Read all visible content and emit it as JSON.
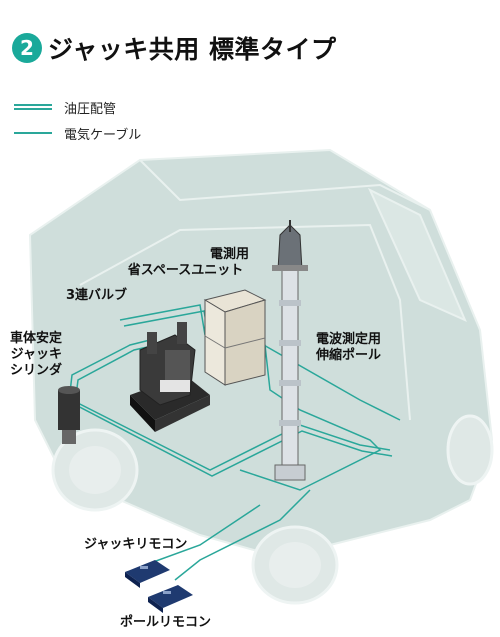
{
  "header": {
    "badge": "2",
    "title": "ジャッキ共用 標準タイプ"
  },
  "legend": [
    {
      "label": "油圧配管",
      "style": "double-line"
    },
    {
      "label": "電気ケーブル",
      "style": "single-line"
    }
  ],
  "labels": {
    "valve": "3連バルブ",
    "unit_line1": "電測用",
    "unit_line2": "省スペースユニット",
    "jack_line1": "車体安定",
    "jack_line2": "ジャッキ",
    "jack_line3": "シリンダ",
    "pole_line1": "電波測定用",
    "pole_line2": "伸縮ポール",
    "jack_remote": "ジャッキリモコン",
    "pole_remote": "ポールリモコン"
  },
  "colors": {
    "accent": "#1aa99a",
    "vehicle": "#cfdedb",
    "line": "#2aa79a"
  }
}
